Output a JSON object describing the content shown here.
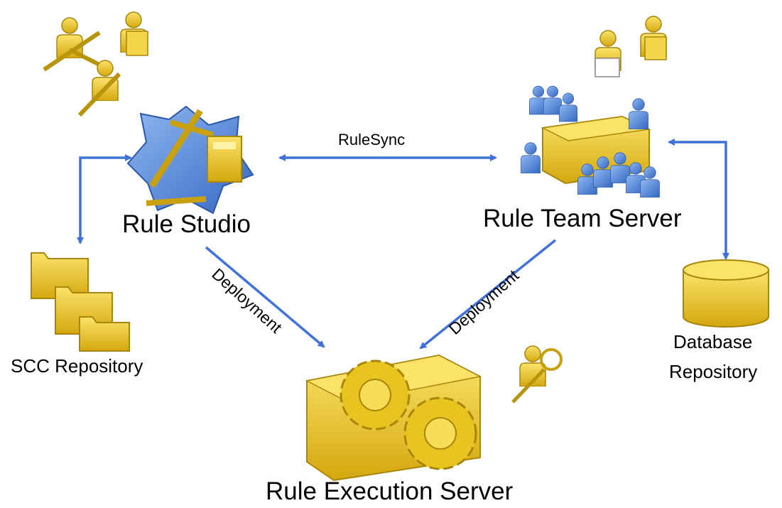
{
  "nodes": {
    "rule_studio": "Rule Studio",
    "rule_team_server": "Rule Team Server",
    "rule_execution_server": "Rule Execution Server",
    "scc_repository": "SCC Repository",
    "database_repository_line1": "Database",
    "database_repository_line2": "Repository"
  },
  "edges": {
    "rulesync": "RuleSync",
    "deployment_left": "Deployment",
    "deployment_right": "Deployment"
  },
  "colors": {
    "arrow": "#3f73d9",
    "gold": "#e6c21a",
    "gold_dark": "#a8860a",
    "blue": "#4a86d8"
  },
  "icons": [
    "architect-user-icon",
    "business-analyst-user-icon",
    "developer-user-icon",
    "rule-studio-icon",
    "folder-stack-icon",
    "team-users-icon",
    "reviewer-user-icon",
    "database-cylinder-icon",
    "gears-box-icon",
    "admin-user-icon"
  ]
}
